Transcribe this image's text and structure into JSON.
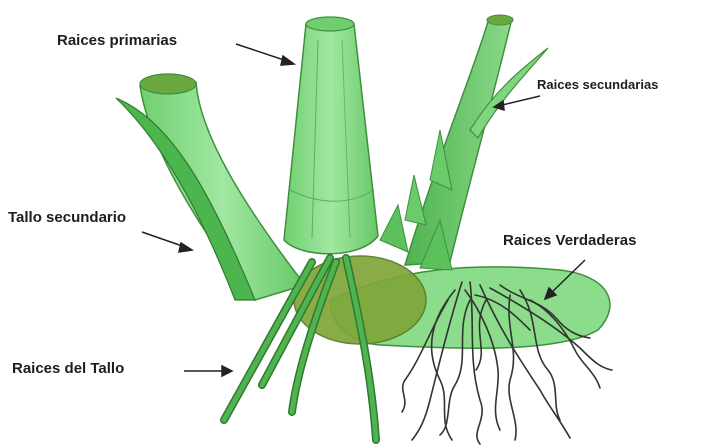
{
  "labels": {
    "raices_primarias": "Raices primarias",
    "raices_secundarias": "Raices secundarias",
    "tallo_secundario": "Tallo secundario",
    "raices_verdaderas": "Raices Verdaderas",
    "raices_del_tallo": "Raices del Tallo"
  },
  "colors": {
    "light_green": "#86dc86",
    "mid_green": "#5cc15c",
    "dark_green": "#3c8e3c",
    "outline_green": "#2f7a2f",
    "olive_node": "#7fa63a",
    "root_lines": "#333333",
    "label_text": "#1e1e1e"
  }
}
